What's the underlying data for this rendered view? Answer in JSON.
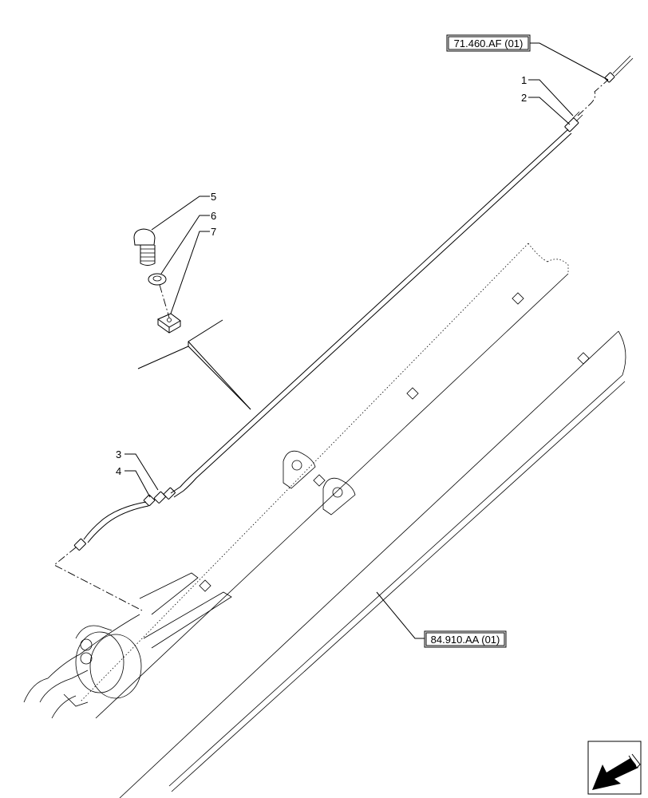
{
  "references": [
    {
      "id": "ref-top",
      "label": "71.460.AF (01)"
    },
    {
      "id": "ref-bottom",
      "label": "84.910.AA (01)"
    }
  ],
  "callouts": [
    {
      "id": "c1",
      "label": "1"
    },
    {
      "id": "c2",
      "label": "2"
    },
    {
      "id": "c3",
      "label": "3"
    },
    {
      "id": "c4",
      "label": "4"
    },
    {
      "id": "c5",
      "label": "5"
    },
    {
      "id": "c6",
      "label": "6"
    },
    {
      "id": "c7",
      "label": "7"
    }
  ],
  "icons": {
    "nav": "next-page-arrow-icon"
  }
}
